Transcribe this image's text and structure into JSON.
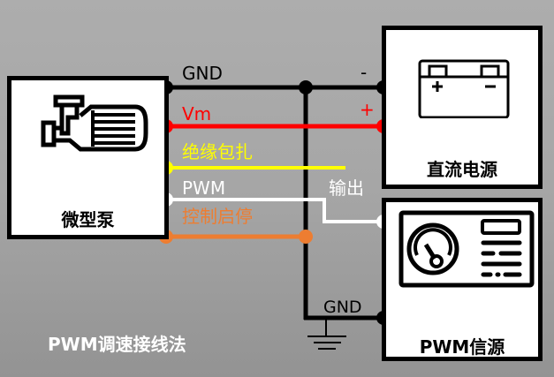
{
  "title": "PWM调速接线法",
  "components": {
    "pump": {
      "label": "微型泵",
      "icon": "pump-motor-icon"
    },
    "dc_supply": {
      "label": "直流电源",
      "icon": "battery-icon",
      "terminal_negative": "-",
      "terminal_positive": "+"
    },
    "pwm_source": {
      "label": "PWM信源",
      "icon": "signal-generator-icon",
      "output_label": "输出",
      "gnd_label": "GND"
    }
  },
  "wires": [
    {
      "label": "GND",
      "color": "#000000"
    },
    {
      "label": "Vm",
      "color": "#ff0000"
    },
    {
      "label": "绝缘包扎",
      "color": "#ffff00"
    },
    {
      "label": "PWM",
      "color": "#ffffff"
    },
    {
      "label": "控制启停",
      "color": "#ed7d31"
    }
  ]
}
